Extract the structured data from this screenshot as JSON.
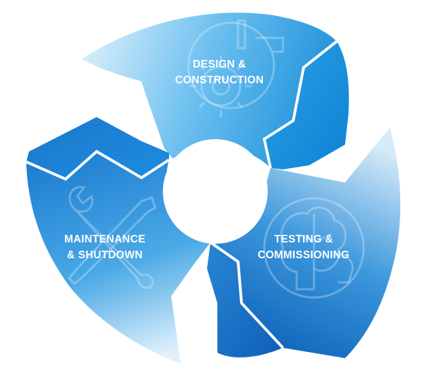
{
  "cycle": {
    "segments": [
      {
        "id": "design",
        "lines": [
          "DESIGN &",
          "CONSTRUCTION"
        ],
        "icon": "gear-blueprint-icon"
      },
      {
        "id": "testing",
        "lines": [
          "TESTING &",
          "COMMISSIONING"
        ],
        "icon": "brain-lightbulb-icon"
      },
      {
        "id": "maintenance",
        "lines": [
          "MAINTENANCE",
          "& SHUTDOWN"
        ],
        "icon": "wrench-screwdriver-icon"
      }
    ],
    "colors": {
      "light": "#cfe9f8",
      "mid": "#3aa2e4",
      "dark": "#0f6fc6",
      "accent": "#1b84d6",
      "hub": "#ffffff"
    }
  }
}
